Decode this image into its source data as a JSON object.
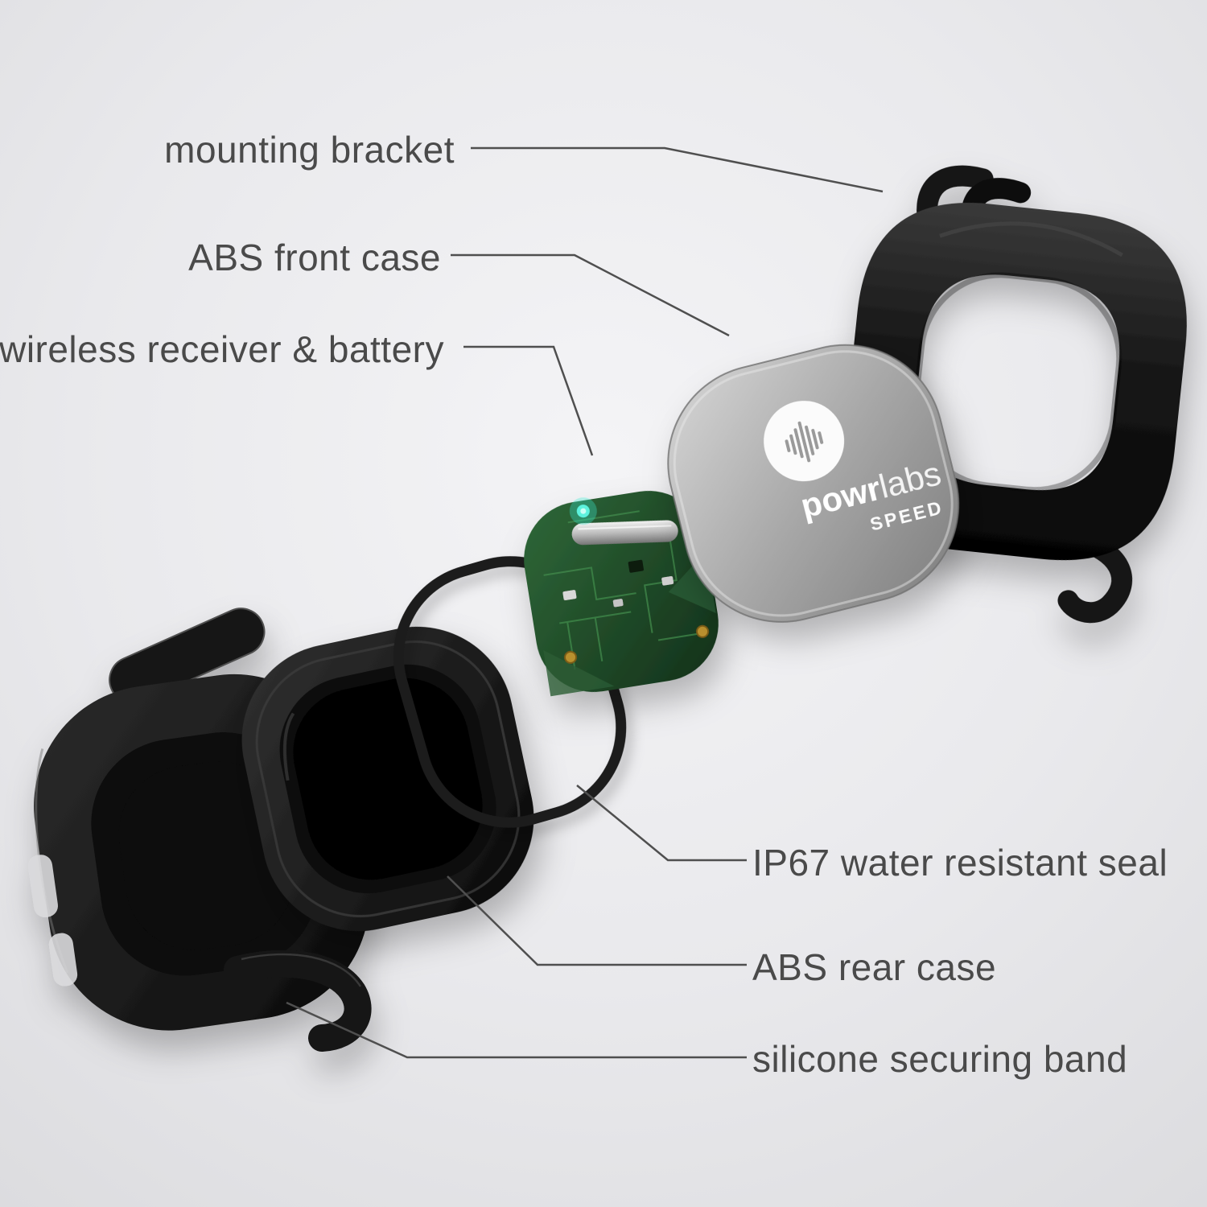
{
  "callouts": [
    {
      "id": "mounting-bracket",
      "label": "mounting bracket"
    },
    {
      "id": "abs-front-case",
      "label": "ABS front case"
    },
    {
      "id": "wireless-receiver-battery",
      "label": "wireless receiver & battery"
    },
    {
      "id": "ip67-seal",
      "label": "IP67 water resistant seal"
    },
    {
      "id": "abs-rear-case",
      "label": "ABS rear case"
    },
    {
      "id": "silicone-band",
      "label": "silicone securing band"
    }
  ],
  "branding": {
    "logo_bold": "powr",
    "logo_light": "labs",
    "model": "SPEED"
  },
  "colors": {
    "label_text": "#4a4a4a",
    "callout_line": "#4f4f4f",
    "case_black": "#141414",
    "front_case_gray": "#a8a8a8",
    "pcb_green": "#2e6336",
    "battery_silver": "#b9b9b9",
    "led_teal": "#3ae8cf",
    "logo_white": "#ffffff",
    "background": "#e9e9ec"
  }
}
